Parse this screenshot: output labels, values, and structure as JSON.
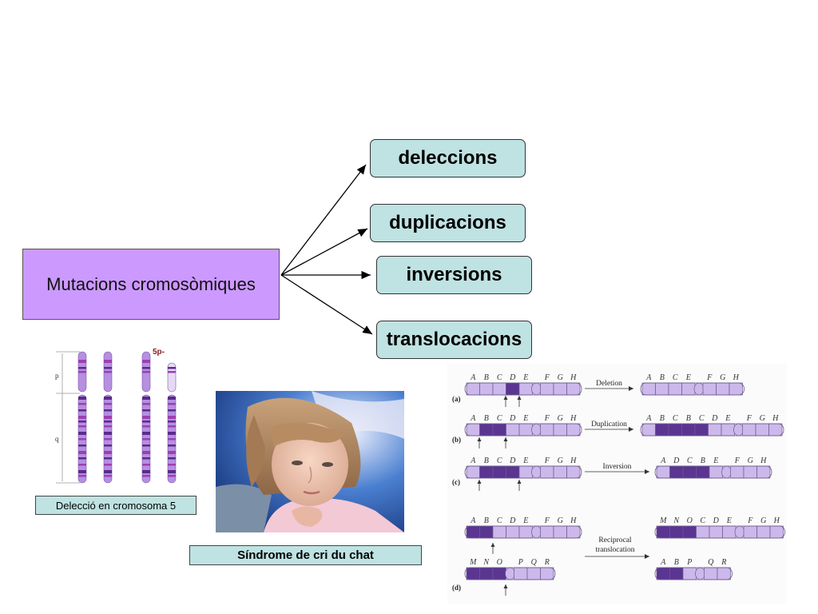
{
  "diagram": {
    "root_label": "Mutacions cromosòmiques",
    "types": [
      "deleccions",
      "duplicacions",
      "inversions",
      "translocacions"
    ]
  },
  "chromosome_figure": {
    "marker_label": "5p-",
    "arm_p": "p",
    "arm_q": "q",
    "caption": "Delecció en cromosoma 5"
  },
  "photo": {
    "caption": "Síndrome de cri du chat"
  },
  "mutation_figure": {
    "panels": {
      "a": "(a)",
      "b": "(b)",
      "c": "(c)",
      "d": "(d)"
    },
    "original_letters": [
      "A",
      "B",
      "C",
      "D",
      "E",
      "F",
      "G",
      "H"
    ],
    "deletion_label": "Deletion",
    "deletion_result": [
      "A",
      "B",
      "C",
      "E",
      "F",
      "G",
      "H"
    ],
    "duplication_label": "Duplication",
    "duplication_result": [
      "A",
      "B",
      "C",
      "B",
      "C",
      "D",
      "E",
      "F",
      "G",
      "H"
    ],
    "inversion_label": "Inversion",
    "inversion_result": [
      "A",
      "D",
      "C",
      "B",
      "E",
      "F",
      "G",
      "H"
    ],
    "translocation_label_1": "Reciprocal",
    "translocation_label_2": "translocation",
    "second_letters": [
      "M",
      "N",
      "O",
      "P",
      "Q",
      "R"
    ],
    "translocation_result_1": [
      "M",
      "N",
      "O",
      "C",
      "D",
      "E",
      "F",
      "G",
      "H"
    ],
    "translocation_result_2": [
      "A",
      "B",
      "P",
      "Q",
      "R"
    ]
  },
  "colors": {
    "root_fill": "#cc99ff",
    "type_fill": "#bfe2e2",
    "chrom_light": "#c9b3e6",
    "chrom_dark": "#5a2b8c"
  }
}
